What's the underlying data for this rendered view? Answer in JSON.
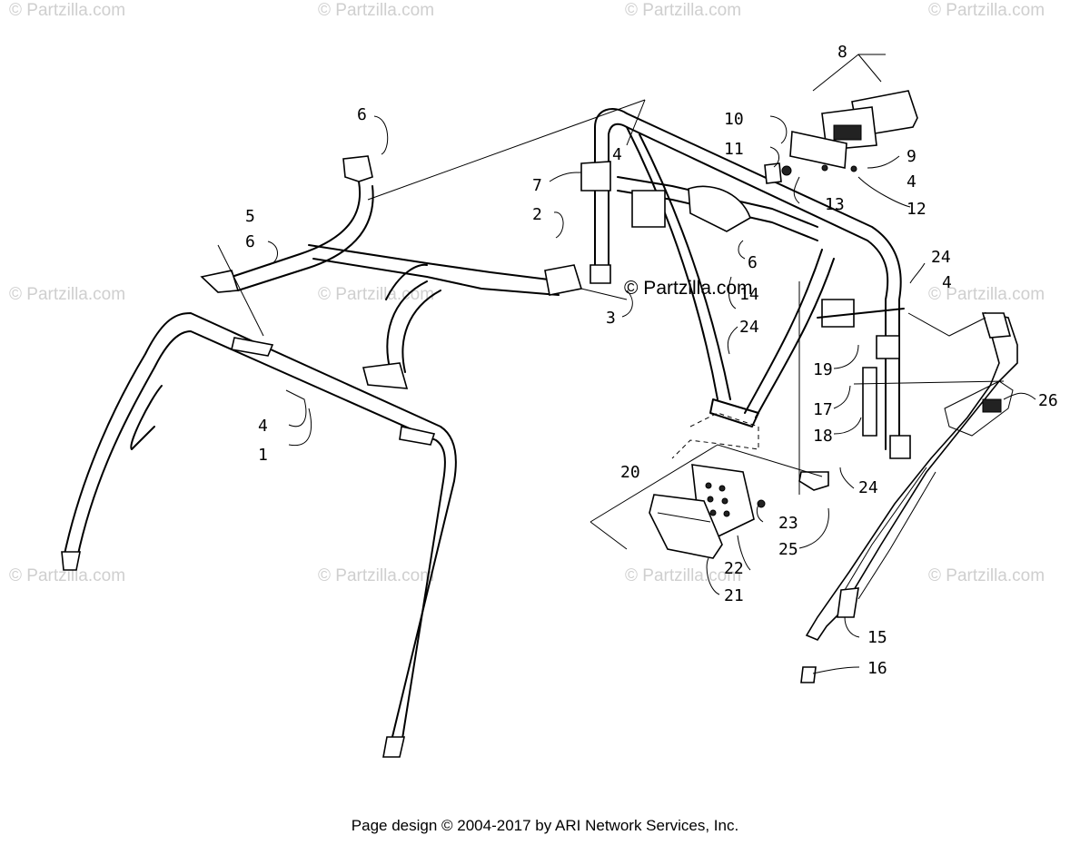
{
  "watermark": "© Partzilla.com",
  "center_copyright": "© Partzilla.com",
  "footer": "Page design © 2004-2017 by ARI Network Services, Inc.",
  "callouts": [
    "6",
    "5",
    "6",
    "4",
    "1",
    "10",
    "11",
    "7",
    "4",
    "2",
    "3",
    "8",
    "9",
    "4",
    "12",
    "13",
    "6",
    "14",
    "24",
    "24",
    "4",
    "19",
    "17",
    "18",
    "26",
    "20",
    "24",
    "23",
    "25",
    "22",
    "21",
    "15",
    "16"
  ]
}
